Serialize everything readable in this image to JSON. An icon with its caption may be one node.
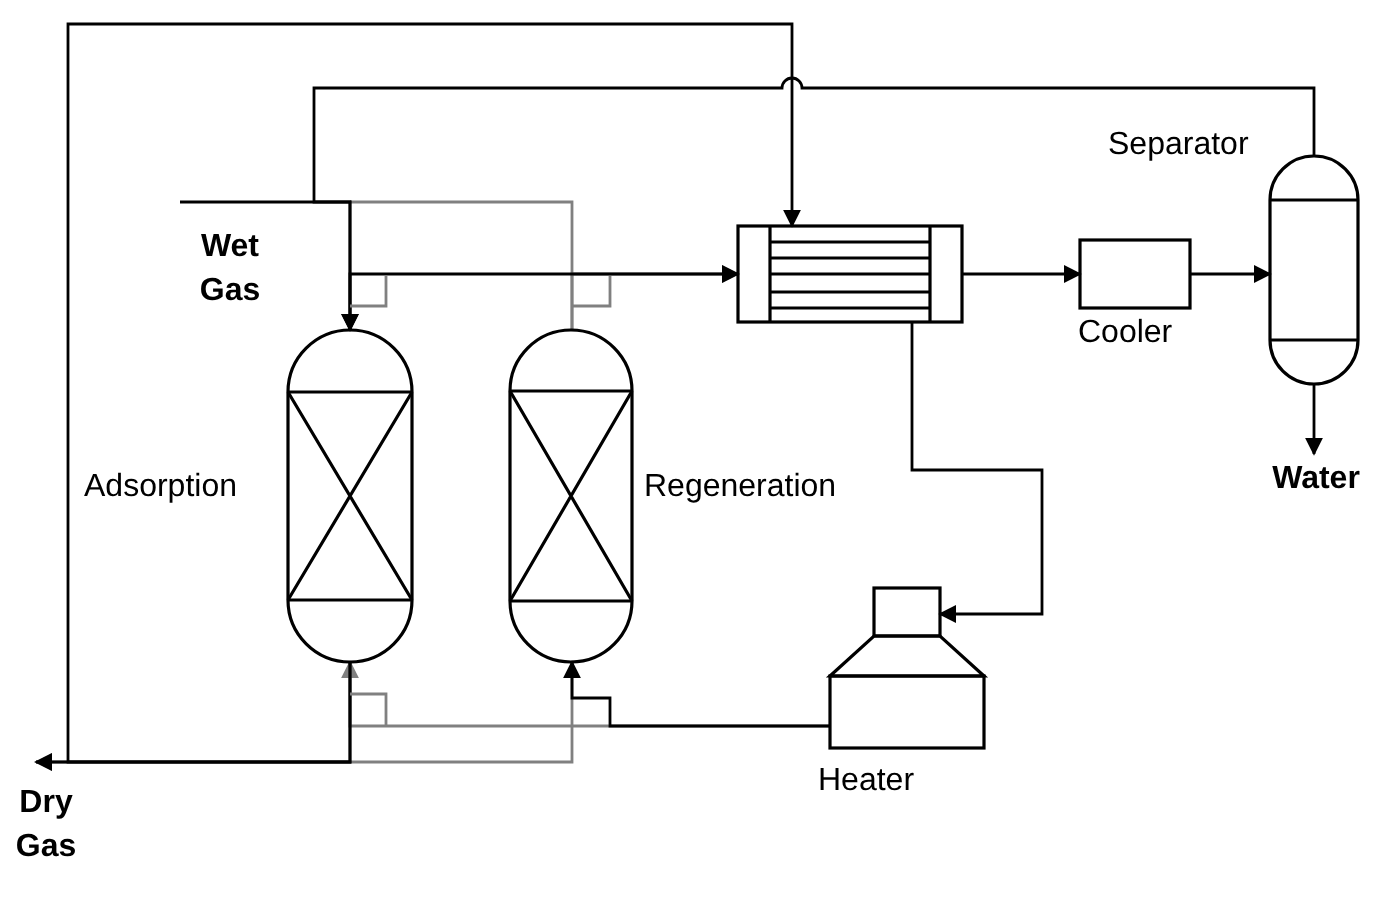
{
  "diagram": {
    "nodes": [
      {
        "text": [
          "Wet Gas"
        ]
      },
      {
        "text": [],
        "shape": "column",
        "beside": [
          "Adsorption"
        ]
      },
      {
        "text": [],
        "shape": "column",
        "beside": [
          "Regeneration"
        ]
      },
      {
        "text": [],
        "shape": "exchanger"
      },
      {
        "text": [],
        "shape": "box",
        "beside": [
          "Cooler"
        ]
      },
      {
        "text": [],
        "shape": "vessel",
        "beside": [
          "Separator"
        ]
      },
      {
        "text": [
          "Water"
        ]
      },
      {
        "text": [],
        "shape": "furnace",
        "beside": [
          "Heater"
        ]
      },
      {
        "text": [
          "Dry Gas"
        ]
      }
    ],
    "edges": [
      {
        "from": null,
        "to": 2,
        "arrow": "none",
        "color": "#808080"
      },
      {
        "from": 2,
        "to": 3,
        "arrow": "to",
        "color": "#808080"
      },
      {
        "from": 7,
        "to": 1,
        "arrow": "to",
        "color": "#808080"
      },
      {
        "from": 2,
        "to": 8,
        "arrow": "to",
        "color": "#808080"
      },
      {
        "from": 0,
        "to": 1,
        "arrow": "to"
      },
      {
        "from": 1,
        "to": 3,
        "arrow": "to"
      },
      {
        "from": 3,
        "to": 4,
        "arrow": "to"
      },
      {
        "from": 4,
        "to": 5,
        "arrow": "to"
      },
      {
        "from": 5,
        "to": 6,
        "arrow": "to"
      },
      {
        "from": 5,
        "to": 1,
        "arrow": "to"
      },
      {
        "from": 3,
        "to": 7,
        "arrow": "to"
      },
      {
        "from": 7,
        "to": 2,
        "arrow": "to"
      },
      {
        "from": 1,
        "to": 8,
        "arrow": "to"
      },
      {
        "from": 1,
        "to": 3,
        "arrow": "to"
      }
    ]
  }
}
